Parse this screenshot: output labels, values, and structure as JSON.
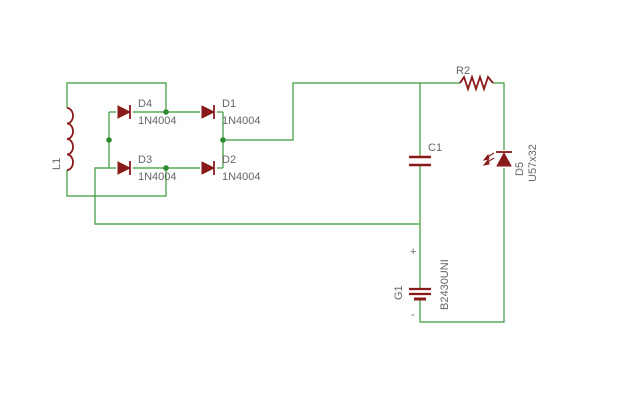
{
  "labels": {
    "L1": "L1",
    "D1": "D1",
    "D1_val": "1N4004",
    "D2": "D2",
    "D2_val": "1N4004",
    "D3": "D3",
    "D3_val": "1N4004",
    "D4": "D4",
    "D4_val": "1N4004",
    "R2": "R2",
    "C1": "C1",
    "D5": "D5",
    "D5_val": "U57x32",
    "G1": "G1",
    "G1_val": "B2430UNI",
    "plus": "+",
    "minus": "-"
  }
}
